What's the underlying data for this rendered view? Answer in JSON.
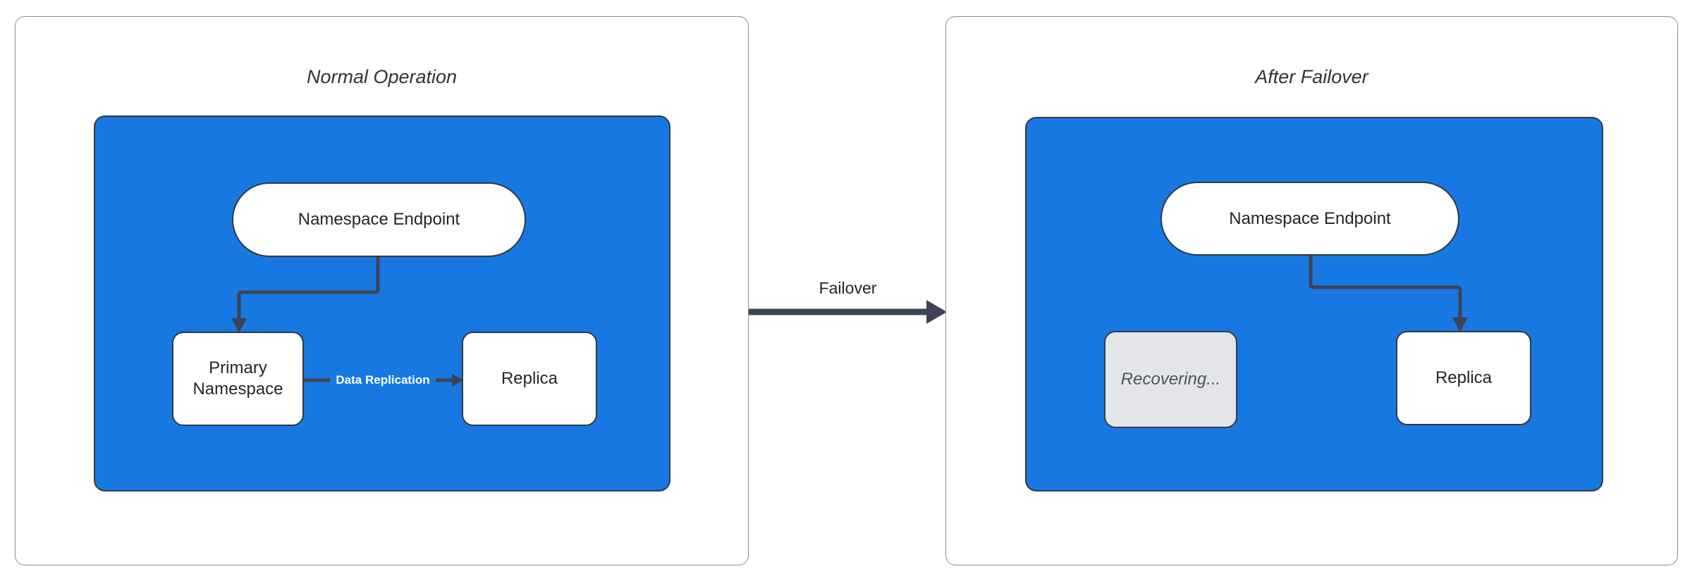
{
  "colors": {
    "cluster_blue": "#1778e2",
    "arrow_dark": "#3c4454",
    "node_border": "#333840",
    "panel_border": "#8c8c8c",
    "text_dark": "#21262c",
    "recovering_fill": "#e3e5e8",
    "recovering_text": "#4d545e",
    "edge_label_text": "#ffffff"
  },
  "left_panel": {
    "title": "Normal Operation",
    "endpoint_label": "Namespace Endpoint",
    "primary_label": "Primary Namespace",
    "replica_label": "Replica",
    "replication_label": "Data Replication"
  },
  "right_panel": {
    "title": "After Failover",
    "endpoint_label": "Namespace Endpoint",
    "recovering_label": "Recovering...",
    "replica_label": "Replica"
  },
  "failover": {
    "label": "Failover"
  }
}
